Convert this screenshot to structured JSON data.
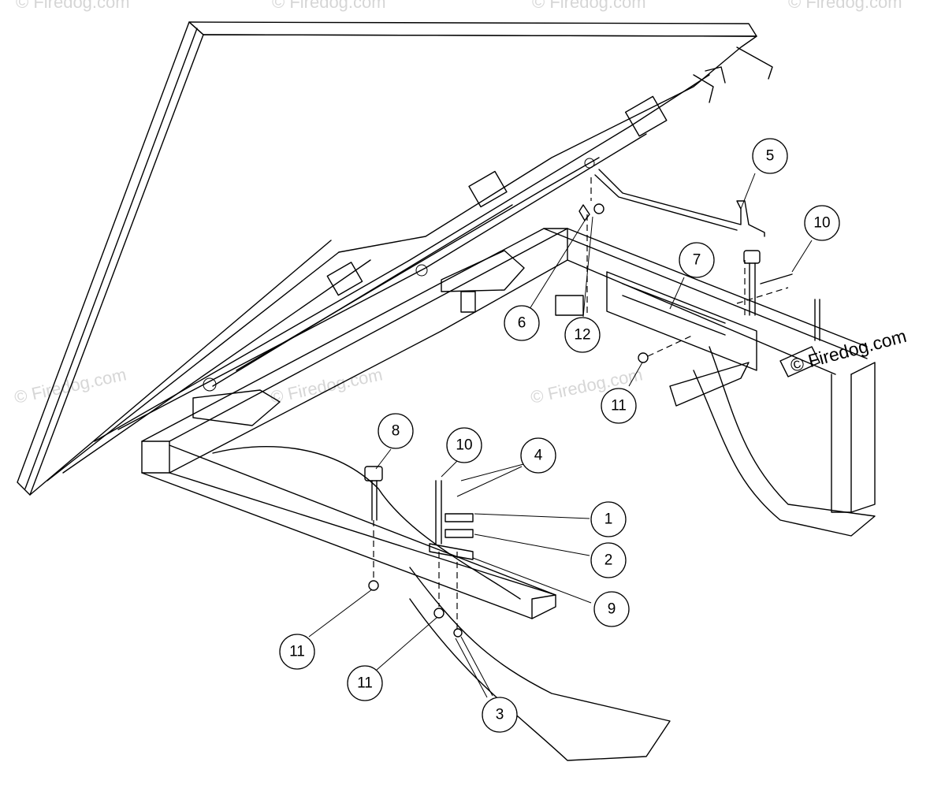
{
  "watermark": {
    "text": "© Firedog.com",
    "color": "#d6d6d6"
  },
  "copyright_notice": "© Firedog.com",
  "callouts": [
    {
      "id": "c5",
      "label": "5"
    },
    {
      "id": "c10a",
      "label": "10"
    },
    {
      "id": "c7",
      "label": "7"
    },
    {
      "id": "c6",
      "label": "6"
    },
    {
      "id": "c12",
      "label": "12"
    },
    {
      "id": "c11a",
      "label": "11"
    },
    {
      "id": "c8",
      "label": "8"
    },
    {
      "id": "c10b",
      "label": "10"
    },
    {
      "id": "c4",
      "label": "4"
    },
    {
      "id": "c1",
      "label": "1"
    },
    {
      "id": "c2",
      "label": "2"
    },
    {
      "id": "c9",
      "label": "9"
    },
    {
      "id": "c11b",
      "label": "11"
    },
    {
      "id": "c11c",
      "label": "11"
    },
    {
      "id": "c3",
      "label": "3"
    }
  ]
}
